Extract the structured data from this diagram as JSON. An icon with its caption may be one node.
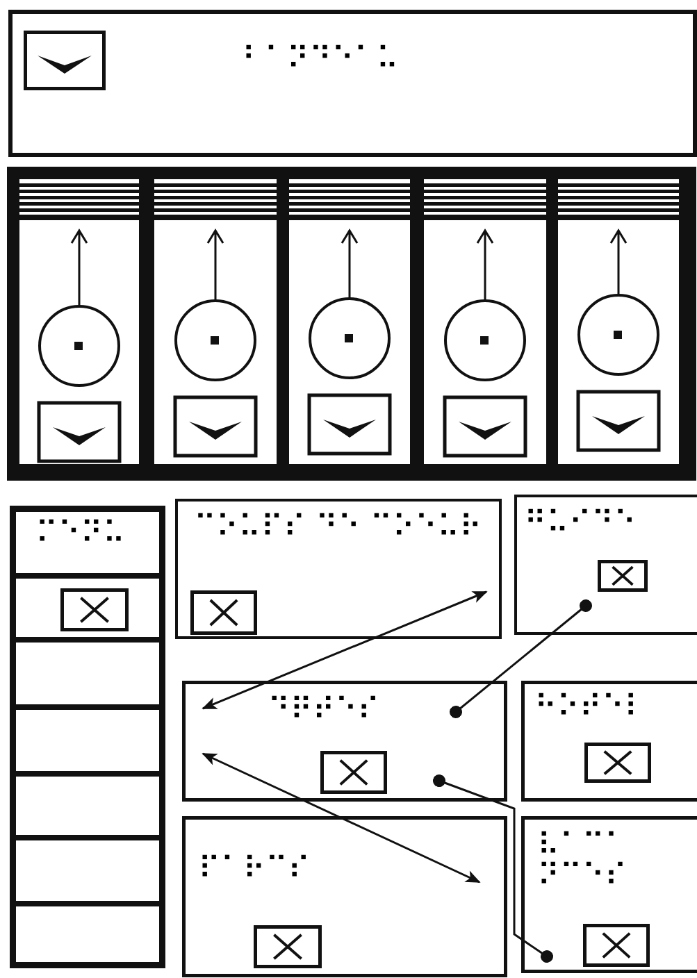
{
  "diagram": {
    "nodes": [
      {
        "text": [
          "⠃⠁⠝⠙⠑⠁⠥"
        ]
      },
      {
        "text": [
          "⠍⠑⠝⠥"
        ]
      },
      {
        "text": [
          "⠉⠕⠥⠏⠎ ⠙⠑ ⠉⠕⠑⠥⠗"
        ]
      },
      {
        "text": [
          "⠛⠥⠊⠙⠑"
        ]
      },
      {
        "text": [
          "⠙⠟⠞⠑⠎"
        ]
      },
      {
        "text": [
          "⠓⠕⠞⠑⠇"
        ]
      },
      {
        "text": [
          "⠏⠁⠗⠉⠎"
        ]
      },
      {
        "text": [
          "⠧⠁⠉⠁⠝⠉⠑⠎"
        ]
      }
    ],
    "edges": [
      {
        "from": 2,
        "to": 4,
        "arrow": "both"
      },
      {
        "from": 3,
        "to": 4,
        "arrow": "other"
      },
      {
        "from": 4,
        "to": 6,
        "arrow": "both"
      },
      {
        "from": 4,
        "to": 7,
        "arrow": "other"
      }
    ]
  }
}
